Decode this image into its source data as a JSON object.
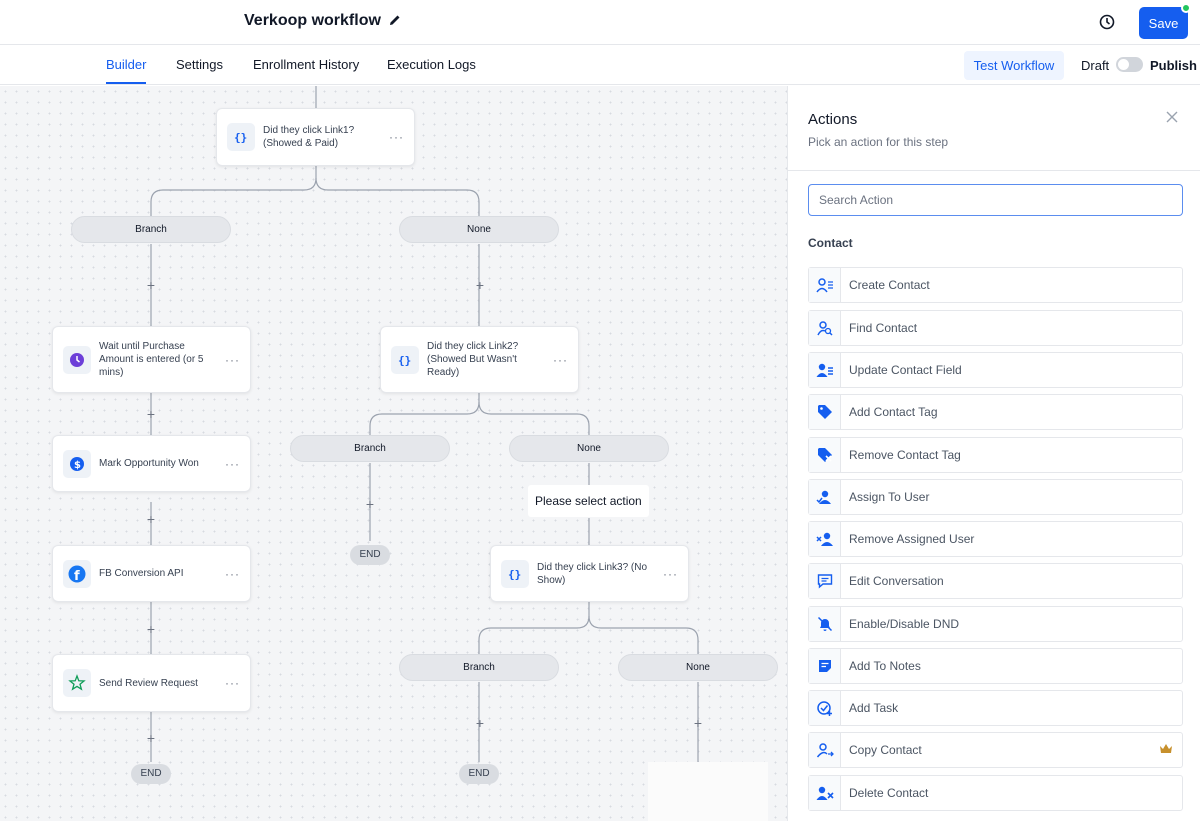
{
  "header": {
    "title": "Verkoop workflow",
    "save_label": "Save"
  },
  "tabs": {
    "builder": "Builder",
    "settings": "Settings",
    "enrollment": "Enrollment History",
    "execution": "Execution Logs",
    "test_workflow": "Test Workflow",
    "draft": "Draft",
    "publish": "Publish"
  },
  "canvas": {
    "nodes": {
      "link1": "Did they click Link1? (Showed & Paid)",
      "wait": "Wait until Purchase Amount is entered (or 5 mins)",
      "opportunity": "Mark Opportunity Won",
      "fb": "FB Conversion API",
      "review": "Send Review Request",
      "link2": "Did they click Link2? (Showed But Wasn't Ready)",
      "link3": "Did they click Link3? (No Show)"
    },
    "branch_label": "Branch",
    "none_label": "None",
    "end_label": "END",
    "plus": "+",
    "dots": "···",
    "tooltip": "Please select action"
  },
  "panel": {
    "title": "Actions",
    "subtitle": "Pick an action for this step",
    "search_placeholder": "Search Action",
    "section": "Contact",
    "actions": [
      {
        "label": "Create Contact",
        "icon": "create-contact-icon"
      },
      {
        "label": "Find Contact",
        "icon": "find-contact-icon"
      },
      {
        "label": "Update Contact Field",
        "icon": "update-contact-icon"
      },
      {
        "label": "Add Contact Tag",
        "icon": "tag-icon"
      },
      {
        "label": "Remove Contact Tag",
        "icon": "remove-tag-icon"
      },
      {
        "label": "Assign To User",
        "icon": "assign-user-icon"
      },
      {
        "label": "Remove Assigned User",
        "icon": "remove-user-icon"
      },
      {
        "label": "Edit Conversation",
        "icon": "conversation-icon"
      },
      {
        "label": "Enable/Disable DND",
        "icon": "dnd-icon"
      },
      {
        "label": "Add To Notes",
        "icon": "notes-icon"
      },
      {
        "label": "Add Task",
        "icon": "task-icon"
      },
      {
        "label": "Copy Contact",
        "icon": "copy-contact-icon",
        "premium": true
      },
      {
        "label": "Delete Contact",
        "icon": "delete-contact-icon"
      }
    ]
  },
  "colors": {
    "accent": "#155eef",
    "icon_blue": "#155eef",
    "wait_purple": "#6d3fd8",
    "review_green": "#0f9d58",
    "crown": "#c7902c"
  }
}
